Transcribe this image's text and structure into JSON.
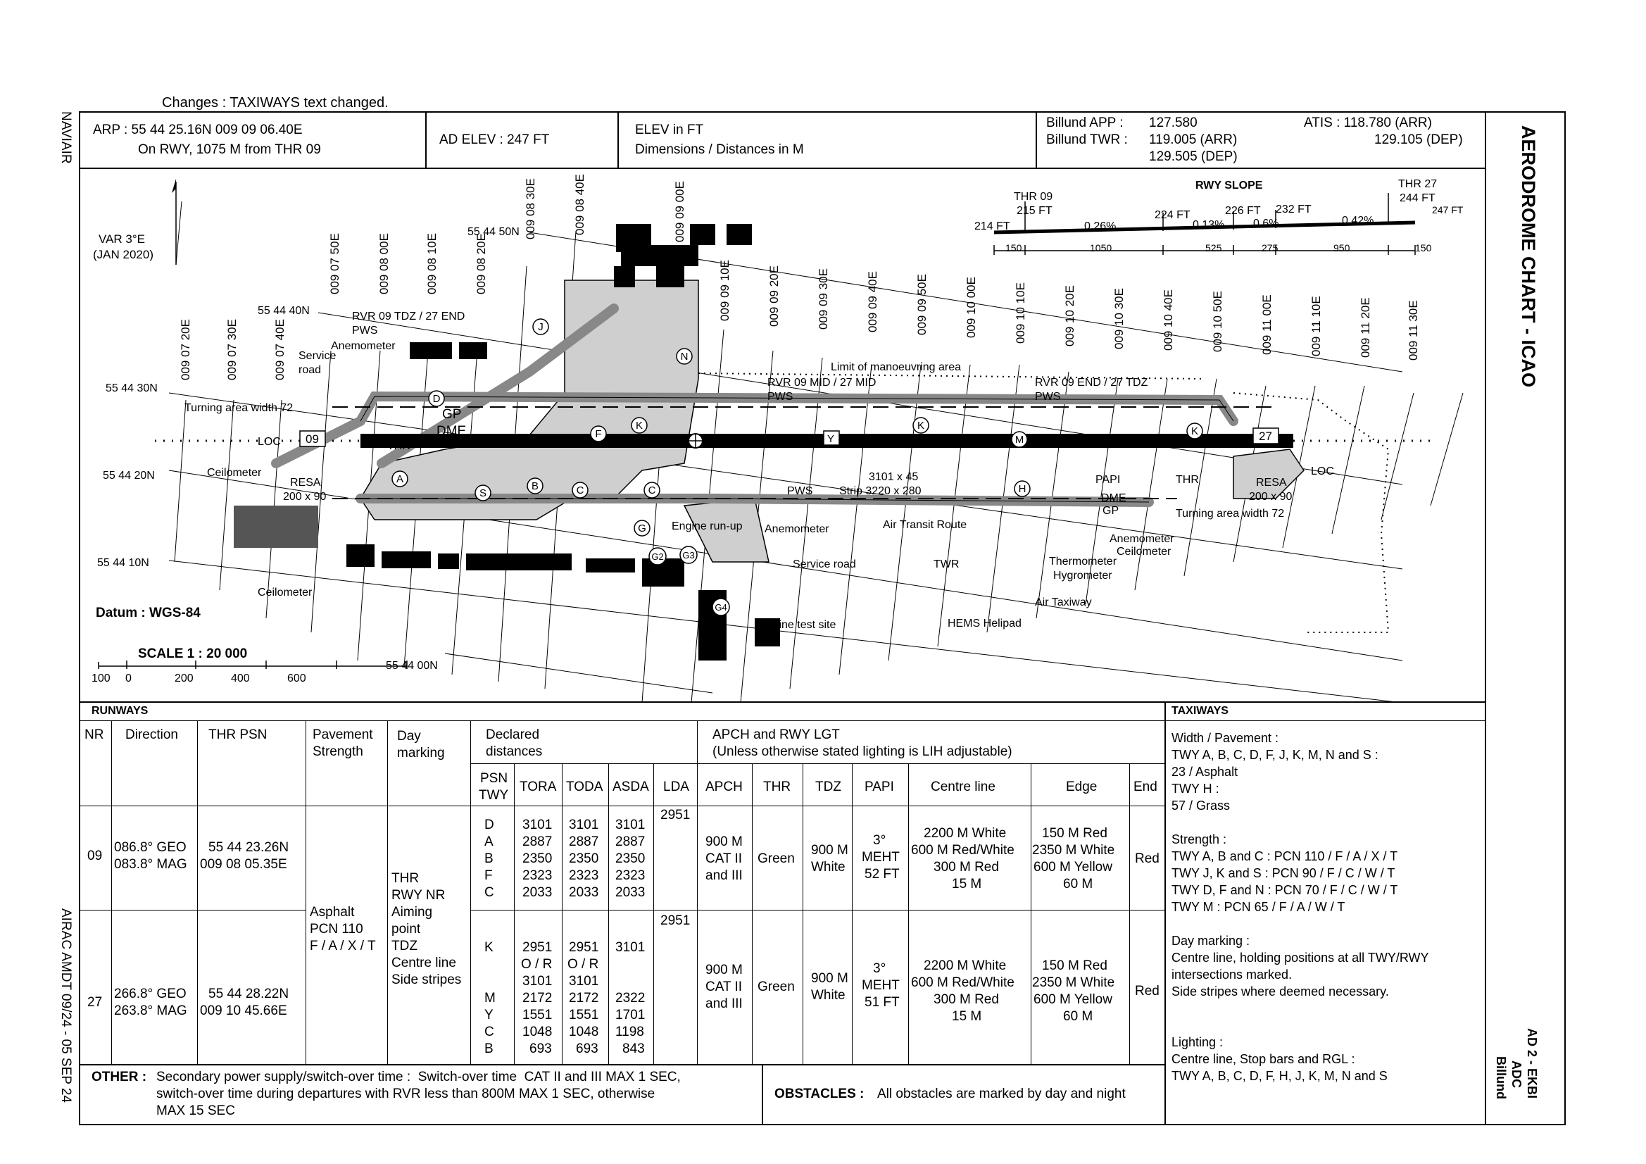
{
  "changes_note": "Changes : TAXIWAYS text changed.",
  "side_left_top": "NAVIAIR",
  "side_left_bottom": "AIRAC AMDT 09/24 - 05 SEP 24",
  "side_right_title": "AERODROME CHART - ICAO",
  "side_right_ref": {
    "line1": "AD 2 - EKBI",
    "line2": "ADC",
    "line3": "Billund"
  },
  "header": {
    "arp_line1": "ARP :  55 44 25.16N  009 09 06.40E",
    "arp_line2": "On RWY, 1075 M from THR 09",
    "ad_elev": "AD ELEV :  247 FT",
    "elev_units": "ELEV in FT",
    "dims_units": "Dimensions / Distances in M",
    "freq_labels": [
      "Billund APP :",
      "Billund TWR :"
    ],
    "freq_values": [
      "127.580",
      "119.005 (ARR)",
      "129.505 (DEP)"
    ],
    "atis_line1": "ATIS : 118.780 (ARR)",
    "atis_line2": "129.105 (DEP)"
  },
  "map": {
    "var": "VAR 3°E",
    "var_date": "(JAN 2020)",
    "datum": "Datum :  WGS-84",
    "scale": "SCALE 1 : 20 000",
    "scale_ticks": [
      "100",
      "0",
      "200",
      "400",
      "600"
    ],
    "lat_labels": [
      "55 44 50N",
      "55 44 40N",
      "55 44 30N",
      "55 44 20N",
      "55 44 10N",
      "55 44 00N"
    ],
    "lon_labels": [
      "009 07 20E",
      "009 07 30E",
      "009 07 40E",
      "009 07 50E",
      "009 08 00E",
      "009 08 10E",
      "009 08 20E",
      "009 08 30E",
      "009 08 40E",
      "009 09 00E",
      "009 09 10E",
      "009 09 20E",
      "009 09 30E",
      "009 09 40E",
      "009 09 50E",
      "009 10 00E",
      "009 10 10E",
      "009 10 20E",
      "009 10 30E",
      "009 10 40E",
      "009 10 50E",
      "009 11 00E",
      "009 11 10E",
      "009 11 20E",
      "009 11 30E"
    ],
    "rwy_slope": {
      "title": "RWY SLOPE",
      "thr09": [
        "THR 09",
        "215 FT"
      ],
      "thr27": [
        "THR 27",
        "244 FT"
      ],
      "elevs": [
        "214 FT",
        "224 FT",
        "226 FT",
        "232 FT",
        "247 FT"
      ],
      "grads": [
        "0.26%",
        "0.13%",
        "0.6%",
        "0.42%"
      ],
      "dists": [
        "150",
        "1050",
        "525",
        "275",
        "950",
        "150"
      ]
    },
    "labels": {
      "rvr_09_tdz": "RVR 09 TDZ / 27 END",
      "pws": "PWS",
      "anemometer": "Anemometer",
      "service_road": "Service",
      "service_road2": "road",
      "turning_area_72": "Turning area width 72",
      "loc": "LOC",
      "thr": "THR",
      "ceilometer": "Ceilometer",
      "resa": "RESA",
      "resa_dim": "200 x 90",
      "gp": "GP",
      "dme": "DME",
      "papi": "PAPI",
      "limit": "Limit of manoeuvring area",
      "rvr_mid": "RVR 09 MID / 27 MID",
      "rvr_end": "RVR 09 END / 27 TDZ",
      "rwy_dims": "3101 x 45",
      "strip": "Strip 3220 x 280",
      "engine_runup": "Engine run-up",
      "air_transit": "Air Transit Route",
      "service_road_b": "Service road",
      "twr": "TWR",
      "thermometer": "Thermometer",
      "hygrometer": "Hygrometer",
      "air_taxiway": "Air Taxiway",
      "hems": "HEMS Helipad",
      "engine_test": "Engine test site",
      "ceilometer_b": "Ceilometer",
      "anemometer_b": "Anemometer",
      "ceilometer_c": "Ceilometer",
      "turning_area_72b": "Turning area width 72",
      "resa_b": "RESA",
      "resa_dim_b": "200 x 90",
      "papi_b": "PAPI",
      "dme_b": "DME",
      "gp_b": "GP",
      "thr_b": "THR",
      "loc_b": "LOC",
      "ceilometer_left": "Ceilometer",
      "pws_b": "PWS",
      "anemometer_c": "Anemometer",
      "rwy_09": "09",
      "rwy_27": "27",
      "twy": [
        "A",
        "B",
        "C",
        "C",
        "D",
        "F",
        "G",
        "G2",
        "G3",
        "G4",
        "H",
        "J",
        "K",
        "K",
        "K",
        "M",
        "N",
        "S",
        "Y"
      ]
    }
  },
  "runways": {
    "title": "RUNWAYS",
    "headers": {
      "nr": "NR",
      "direction": "Direction",
      "thr_psn": "THR PSN",
      "pavement": "Pavement",
      "pavement2": "Strength",
      "day": "Day",
      "day2": "marking",
      "declared": "Declared",
      "declared2": "distances",
      "apch": "APCH and RWY LGT",
      "apch2": "(Unless otherwise stated lighting is LIH adjustable)",
      "psn": "PSN",
      "twy": "TWY",
      "tora": "TORA",
      "toda": "TODA",
      "asda": "ASDA",
      "lda": "LDA",
      "apch_col": "APCH",
      "thr_col": "THR",
      "tdz": "TDZ",
      "papi": "PAPI",
      "centre": "Centre line",
      "edge": "Edge",
      "end": "End"
    },
    "rows": [
      {
        "nr": "09",
        "dir1": "086.8° GEO",
        "dir2": "083.8° MAG",
        "psn1": "55 44 23.26N",
        "psn2": "009 08 05.35E",
        "twys": [
          "D",
          "A",
          "B",
          "F",
          "C"
        ],
        "tora": [
          "3101",
          "2887",
          "2350",
          "2323",
          "2033"
        ],
        "toda": [
          "3101",
          "2887",
          "2350",
          "2323",
          "2033"
        ],
        "asda": [
          "3101",
          "2887",
          "2350",
          "2323",
          "2033"
        ],
        "lda": "2951",
        "apch": [
          "900 M",
          "CAT II",
          "and III"
        ],
        "thr": "Green",
        "tdz": [
          "900 M",
          "White"
        ],
        "papi": [
          "3°",
          "MEHT",
          "52 FT"
        ],
        "centre": [
          "2200 M White",
          "600 M Red/White",
          "300 M Red",
          "15 M"
        ],
        "edge": [
          "150 M Red",
          "2350 M White",
          "600 M Yellow",
          "60 M"
        ],
        "end": "Red"
      },
      {
        "nr": "27",
        "dir1": "266.8° GEO",
        "dir2": "263.8° MAG",
        "psn1": "55 44 28.22N",
        "psn2": "009 10 45.66E",
        "twys": [
          "K",
          "",
          "",
          "M",
          "Y",
          "C",
          "B"
        ],
        "tora": [
          "2951",
          "O / R",
          "3101",
          "2172",
          "1551",
          "1048",
          "693"
        ],
        "toda": [
          "2951",
          "O / R",
          "3101",
          "2172",
          "1551",
          "1048",
          "693"
        ],
        "asda": [
          "3101",
          "",
          "",
          "2322",
          "1701",
          "1198",
          "843"
        ],
        "lda": "2951",
        "apch": [
          "900 M",
          "CAT II",
          "and III"
        ],
        "thr": "Green",
        "tdz": [
          "900 M",
          "White"
        ],
        "papi": [
          "3°",
          "MEHT",
          "51 FT"
        ],
        "centre": [
          "2200 M White",
          "600 M Red/White",
          "300 M Red",
          "15 M"
        ],
        "edge": [
          "150 M Red",
          "2350 M White",
          "600 M Yellow",
          "60 M"
        ],
        "end": "Red"
      }
    ],
    "shared_pavement": [
      "Asphalt",
      "PCN 110",
      "F / A / X / T"
    ],
    "shared_day": [
      "THR",
      "RWY NR",
      "Aiming",
      "point",
      "TDZ",
      "Centre line",
      "Side stripes"
    ]
  },
  "other": {
    "label": "OTHER :",
    "text1": "Secondary power supply/switch-over time :  Switch-over time  CAT II and III MAX 1 SEC,",
    "text2": "switch-over time during departures with RVR less than 800M MAX 1 SEC, otherwise",
    "text3": "MAX 15 SEC"
  },
  "obstacles": {
    "label": "OBSTACLES :",
    "text": "All obstacles are marked by day and night"
  },
  "taxiways": {
    "title": "TAXIWAYS",
    "lines": [
      "Width / Pavement :",
      "TWY A, B, C, D, F, J, K, M, N and S :",
      "23 / Asphalt",
      "TWY H :",
      "57 / Grass",
      "",
      "Strength :",
      "TWY A, B and C : PCN 110 / F / A / X / T",
      "TWY J, K and S : PCN 90 / F / C / W / T",
      "TWY D, F and N : PCN 70 / F / C / W / T",
      "TWY M : PCN 65 / F / A / W / T",
      "",
      "Day marking :",
      "Centre line, holding positions at all TWY/RWY",
      "intersections marked.",
      "Side stripes where deemed necessary.",
      "",
      "",
      "Lighting :",
      "Centre line, Stop bars and RGL :",
      "TWY A, B, C, D, F, H, J, K, M, N and S"
    ]
  }
}
